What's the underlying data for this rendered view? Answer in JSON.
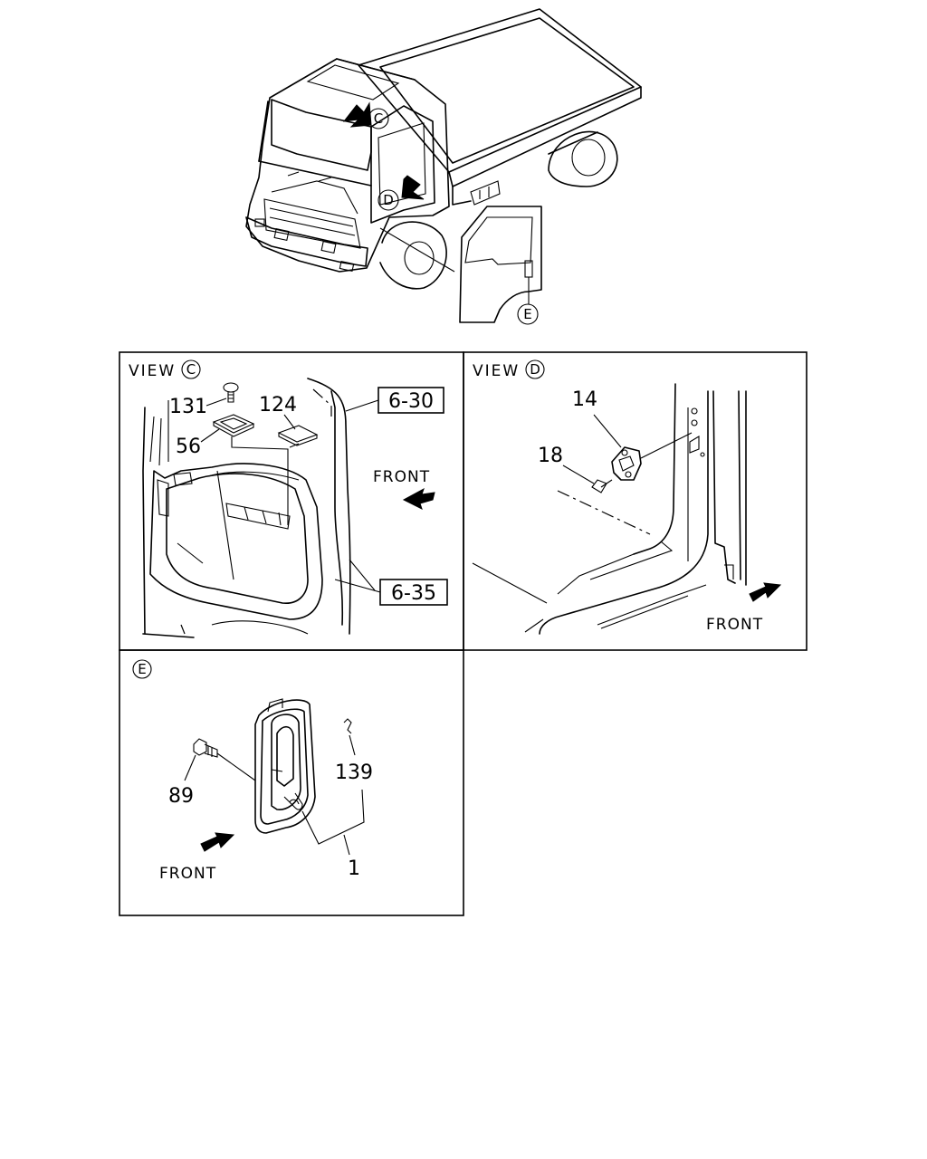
{
  "views": {
    "C": {
      "heading": "VIEW",
      "letter": "C"
    },
    "D": {
      "heading": "VIEW",
      "letter": "D"
    },
    "E": {
      "letter": "E"
    }
  },
  "overview_letters": {
    "c": "C",
    "d": "D",
    "e": "E"
  },
  "callouts": {
    "p131": "131",
    "p124": "124",
    "p56": "56",
    "p14": "14",
    "p18": "18",
    "p89": "89",
    "p139": "139",
    "p1": "1"
  },
  "refs": {
    "r630": "6-30",
    "r635": "6-35"
  },
  "front_labels": {
    "c": "FRONT",
    "d": "FRONT",
    "e": "FRONT"
  }
}
